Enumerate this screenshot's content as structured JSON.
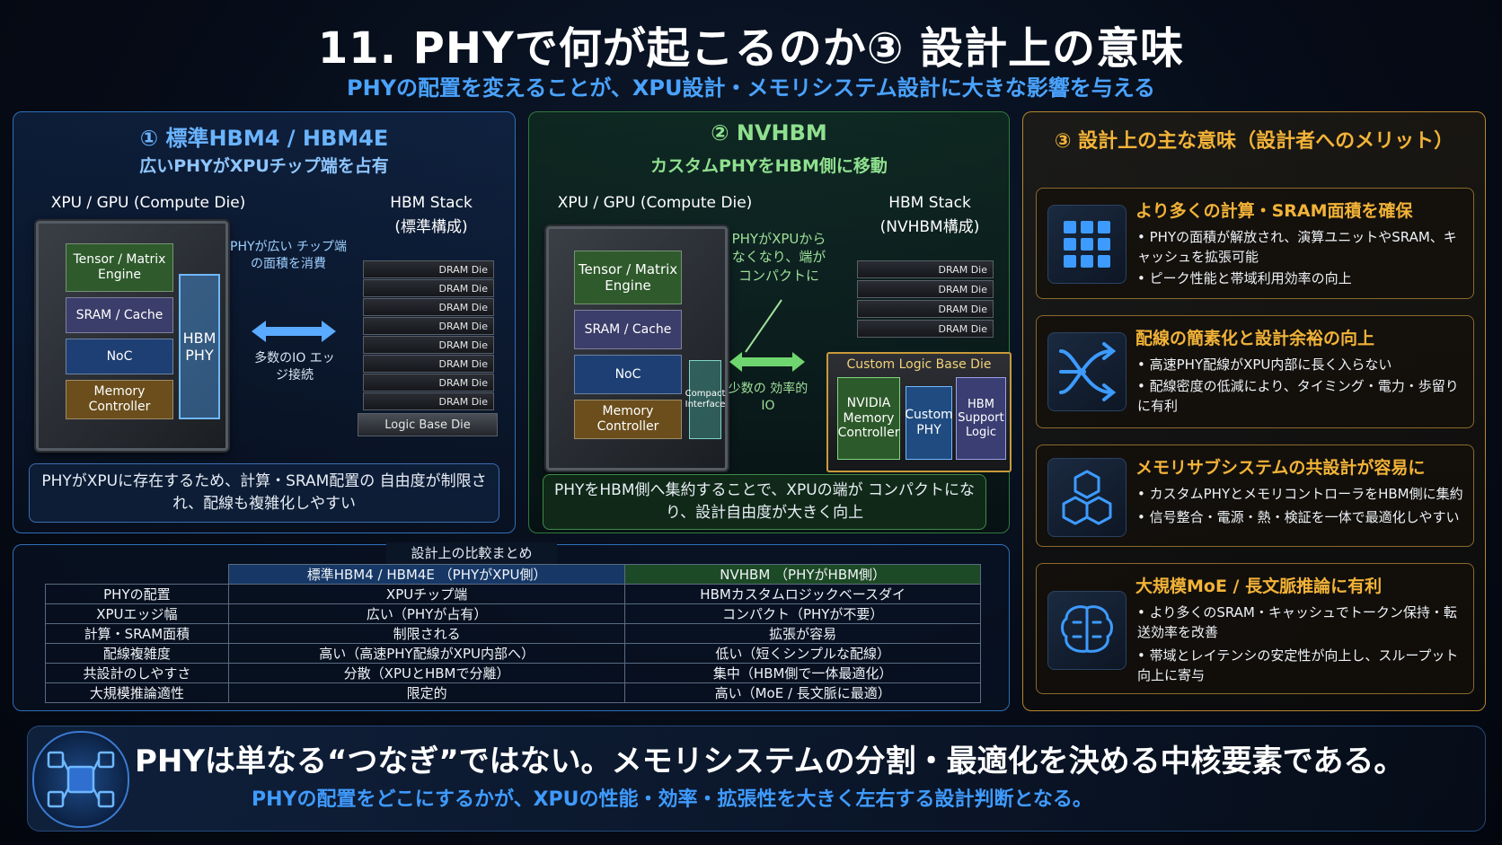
{
  "title": "11. PHYで何が起こるのか③ 設計上の意味",
  "subtitle": "PHYの配置を変えることが、XPU設計・メモリシステム設計に大きな影響を与える",
  "panel_a": {
    "title": "① 標準HBM4 / HBM4E",
    "subtitle": "広いPHYがXPUチップ端を占有",
    "xpu_label": "XPU / GPU (Compute Die)",
    "hbm_label": "HBM Stack",
    "hbm_sublabel": "(標準構成)",
    "blocks": [
      "Tensor / Matrix Engine",
      "SRAM / Cache",
      "NoC",
      "Memory Controller"
    ],
    "phy_label": "HBM PHY",
    "phy_note": "PHYが広い チップ端の面積を消費",
    "io_note": "多数のIO エッジ接続",
    "dram_labels": [
      "DRAM Die",
      "DRAM Die",
      "DRAM Die",
      "DRAM Die",
      "DRAM Die",
      "DRAM Die",
      "DRAM Die",
      "DRAM Die"
    ],
    "base_label": "Logic Base Die",
    "caption": "PHYがXPUに存在するため、計算・SRAM配置の 自由度が制限され、配線も複雑化しやすい"
  },
  "panel_b": {
    "title": "② NVHBM",
    "subtitle": "カスタムPHYをHBM側に移動",
    "xpu_label": "XPU / GPU (Compute Die)",
    "hbm_label": "HBM Stack",
    "hbm_sublabel": "(NVHBM構成)",
    "blocks": [
      "Tensor / Matrix Engine",
      "SRAM / Cache",
      "NoC",
      "Memory Controller"
    ],
    "compact_label": "Compact Interface",
    "phy_note": "PHYがXPUから なくなり、端が コンパクトに",
    "io_note": "少数の 効率的IO",
    "dram_labels": [
      "DRAM Die",
      "DRAM Die",
      "DRAM Die",
      "DRAM Die"
    ],
    "base_label": "Custom Logic Base Die",
    "base_blocks": [
      "NVIDIA Memory Controller",
      "Custom PHY",
      "HBM Support Logic"
    ],
    "caption": "PHYをHBM側へ集約することで、XPUの端が コンパクトになり、設計自由度が大きく向上"
  },
  "panel_c": {
    "title": "③ 設計上の主な意味（設計者へのメリット）",
    "items": [
      {
        "icon": "grid-icon",
        "title": "より多くの計算・SRAM面積を確保",
        "bullets": [
          "PHYの面積が解放され、演算ユニットやSRAM、キャッシュを拡張可能",
          "ピーク性能と帯域利用効率の向上"
        ]
      },
      {
        "icon": "routing-arrows-icon",
        "title": "配線の簡素化と設計余裕の向上",
        "bullets": [
          "高速PHY配線がXPU内部に長く入らない",
          "配線密度の低減により、タイミング・電力・歩留りに有利"
        ]
      },
      {
        "icon": "cubes-icon",
        "title": "メモリサブシステムの共設計が容易に",
        "bullets": [
          "カスタムPHYとメモリコントローラをHBM側に集約",
          "信号整合・電源・熱・検証を一体で最適化しやすい"
        ]
      },
      {
        "icon": "brain-icon",
        "title": "大規模MoE / 長文脈推論に有利",
        "bullets": [
          "より多くのSRAM・キャッシュでトークン保持・転送効率を改善",
          "帯域とレイテンシの安定性が向上し、スループット向上に寄与"
        ]
      }
    ]
  },
  "comparison": {
    "title": "設計上の比較まとめ",
    "headers": [
      "",
      "標準HBM4 / HBM4E （PHYがXPU側）",
      "NVHBM （PHYがHBM側）"
    ],
    "rows": [
      [
        "PHYの配置",
        "XPUチップ端",
        "HBMカスタムロジックベースダイ"
      ],
      [
        "XPUエッジ幅",
        "広い（PHYが占有）",
        "コンパクト（PHYが不要）"
      ],
      [
        "計算・SRAM面積",
        "制限される",
        "拡張が容易"
      ],
      [
        "配線複雑度",
        "高い（高速PHY配線がXPU内部へ）",
        "低い（短くシンプルな配線）"
      ],
      [
        "共設計のしやすさ",
        "分散（XPUとHBMで分離）",
        "集中（HBM側で一体最適化）"
      ],
      [
        "大規模推論適性",
        "限定的",
        "高い（MoE / 長文脈に最適）"
      ]
    ]
  },
  "bottom": {
    "main": "PHYは単なる“つなぎ”ではない。メモリシステムの分割・最適化を決める中核要素である。",
    "sub": "PHYの配置をどこにするかが、XPUの性能・効率・拡張性を大きく左右する設計判断となる。"
  },
  "colors": {
    "accent_blue": "#4aa3ff",
    "accent_green": "#7fe08a",
    "accent_gold": "#f2b338"
  }
}
